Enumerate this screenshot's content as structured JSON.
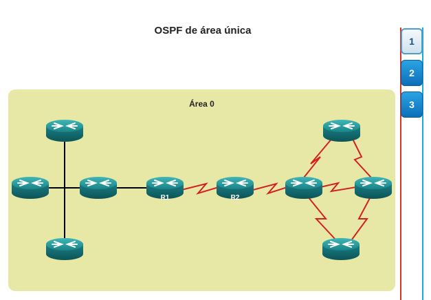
{
  "title": "OSPF de área única",
  "area": {
    "label": "Área 0"
  },
  "routers": {
    "r1": "R1",
    "r2": "R2"
  },
  "steps": [
    {
      "label": "1",
      "active": true
    },
    {
      "label": "2",
      "active": false
    },
    {
      "label": "3",
      "active": false
    }
  ],
  "colors": {
    "area_fill": "#e8e8a6",
    "router_teal": "#1f8a8f",
    "serial_link": "#d42020",
    "ethernet_link": "#000000",
    "step_blue": "#1788cf"
  }
}
